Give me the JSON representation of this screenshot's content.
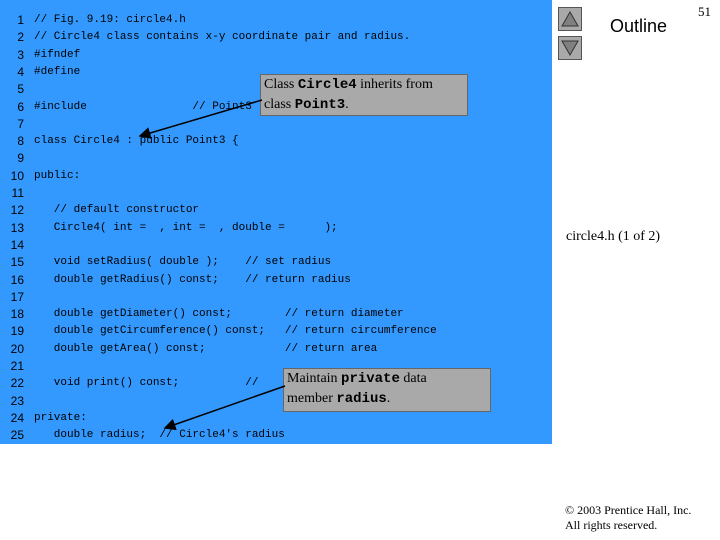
{
  "slide": {
    "page_number": "51",
    "outline_label": "Outline",
    "file_label": "circle4.h (1 of 2)",
    "copyright_line1": "© 2003 Prentice Hall, Inc.",
    "copyright_line2": "All rights reserved."
  },
  "code_lines": [
    {
      "n": "1",
      "text": "// Fig. 9.19: circle4.h"
    },
    {
      "n": "2",
      "text": "// Circle4 class contains x-y coordinate pair and radius."
    },
    {
      "n": "3",
      "text": "#ifndef"
    },
    {
      "n": "4",
      "text": "#define"
    },
    {
      "n": "5",
      "text": ""
    },
    {
      "n": "6",
      "text": "#include                // Point3"
    },
    {
      "n": "7",
      "text": ""
    },
    {
      "n": "8",
      "text": "class Circle4 : public Point3 {"
    },
    {
      "n": "9",
      "text": ""
    },
    {
      "n": "10",
      "text": "public:"
    },
    {
      "n": "11",
      "text": ""
    },
    {
      "n": "12",
      "text": "   // default constructor"
    },
    {
      "n": "13",
      "text": "   Circle4( int =  , int =  , double =      );"
    },
    {
      "n": "14",
      "text": ""
    },
    {
      "n": "15",
      "text": "   void setRadius( double );    // set radius"
    },
    {
      "n": "16",
      "text": "   double getRadius() const;    // return radius"
    },
    {
      "n": "17",
      "text": ""
    },
    {
      "n": "18",
      "text": "   double getDiameter() const;        // return diameter"
    },
    {
      "n": "19",
      "text": "   double getCircumference() const;   // return circumference"
    },
    {
      "n": "20",
      "text": "   double getArea() const;            // return area"
    },
    {
      "n": "21",
      "text": ""
    },
    {
      "n": "22",
      "text": "   void print() const;          //"
    },
    {
      "n": "23",
      "text": ""
    },
    {
      "n": "24",
      "text": "private:"
    },
    {
      "n": "25",
      "text": "   double radius;  // Circle4's radius"
    }
  ],
  "callout_inherit": {
    "line1_pre": "Class ",
    "line1_code": "Circle4",
    "line1_post": " inherits from",
    "line2_pre": "class ",
    "line2_code": "Point3",
    "line2_post": "."
  },
  "callout_private": {
    "line1_pre": "Maintain ",
    "line1_code": "private",
    "line1_post": " data",
    "line2_pre": "member ",
    "line2_code": "radius",
    "line2_post": "."
  }
}
